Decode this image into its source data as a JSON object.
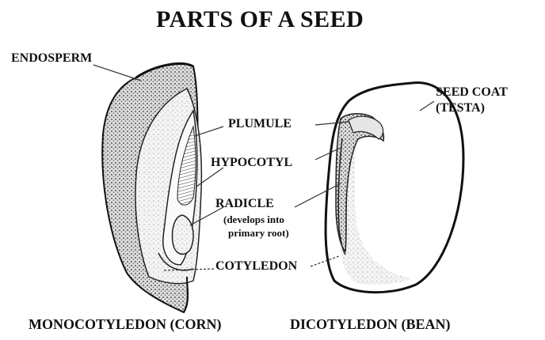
{
  "title": "PARTS OF A SEED",
  "labels": {
    "endosperm": "ENDOSPERM",
    "seed_coat_line1": "SEED COAT",
    "seed_coat_line2": "(TESTA)",
    "plumule": "PLUMULE",
    "hypocotyl": "HYPOCOTYL",
    "radicle": "RADICLE",
    "radicle_note_line1": "(develops into",
    "radicle_note_line2": "primary root)",
    "cotyledon": "COTYLEDON"
  },
  "captions": {
    "monocot": "MONOCOTYLEDON (CORN)",
    "dicot": "DICOTYLEDON (BEAN)"
  }
}
